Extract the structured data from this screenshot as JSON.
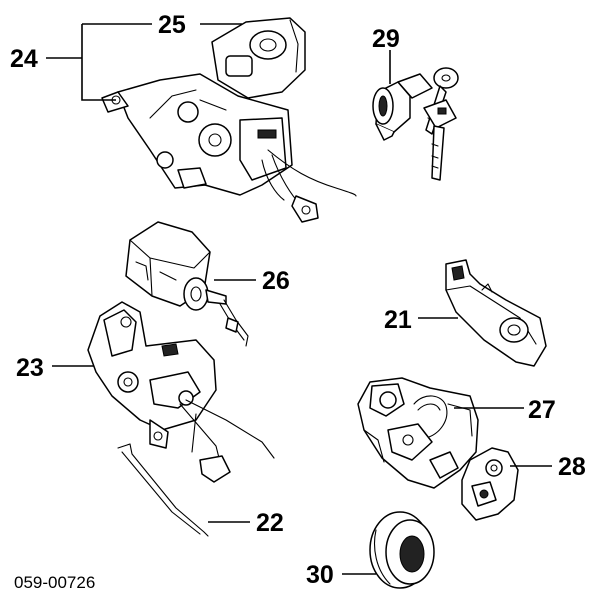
{
  "diagram": {
    "callouts": {
      "c21": "21",
      "c22": "22",
      "c23": "23",
      "c24": "24",
      "c25": "25",
      "c26": "26",
      "c27": "27",
      "c28": "28",
      "c29": "29",
      "c30": "30"
    },
    "figure_code": "059-00726"
  }
}
